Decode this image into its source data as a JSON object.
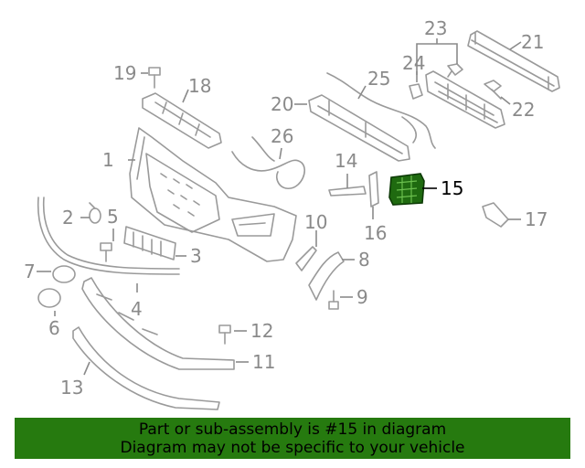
{
  "highlight_part": "15",
  "callouts": [
    {
      "id": "1",
      "label": "1"
    },
    {
      "id": "2",
      "label": "2"
    },
    {
      "id": "3",
      "label": "3"
    },
    {
      "id": "4",
      "label": "4"
    },
    {
      "id": "5",
      "label": "5"
    },
    {
      "id": "6",
      "label": "6"
    },
    {
      "id": "7",
      "label": "7"
    },
    {
      "id": "8",
      "label": "8"
    },
    {
      "id": "9",
      "label": "9"
    },
    {
      "id": "10",
      "label": "10"
    },
    {
      "id": "11",
      "label": "11"
    },
    {
      "id": "12",
      "label": "12"
    },
    {
      "id": "13",
      "label": "13"
    },
    {
      "id": "14",
      "label": "14"
    },
    {
      "id": "15",
      "label": "15"
    },
    {
      "id": "16",
      "label": "16"
    },
    {
      "id": "17",
      "label": "17"
    },
    {
      "id": "18",
      "label": "18"
    },
    {
      "id": "19",
      "label": "19"
    },
    {
      "id": "20",
      "label": "20"
    },
    {
      "id": "21",
      "label": "21"
    },
    {
      "id": "22",
      "label": "22"
    },
    {
      "id": "23",
      "label": "23"
    },
    {
      "id": "24",
      "label": "24"
    },
    {
      "id": "25",
      "label": "25"
    },
    {
      "id": "26",
      "label": "26"
    }
  ],
  "banner": {
    "line1": "Part or sub-assembly is #15 in diagram",
    "line2": "Diagram may not be specific to your vehicle"
  },
  "colors": {
    "banner_bg": "#267a0f",
    "line_art": "#9a9a9a",
    "highlight_part": "#1f6a10",
    "highlight_text": "#000000"
  }
}
